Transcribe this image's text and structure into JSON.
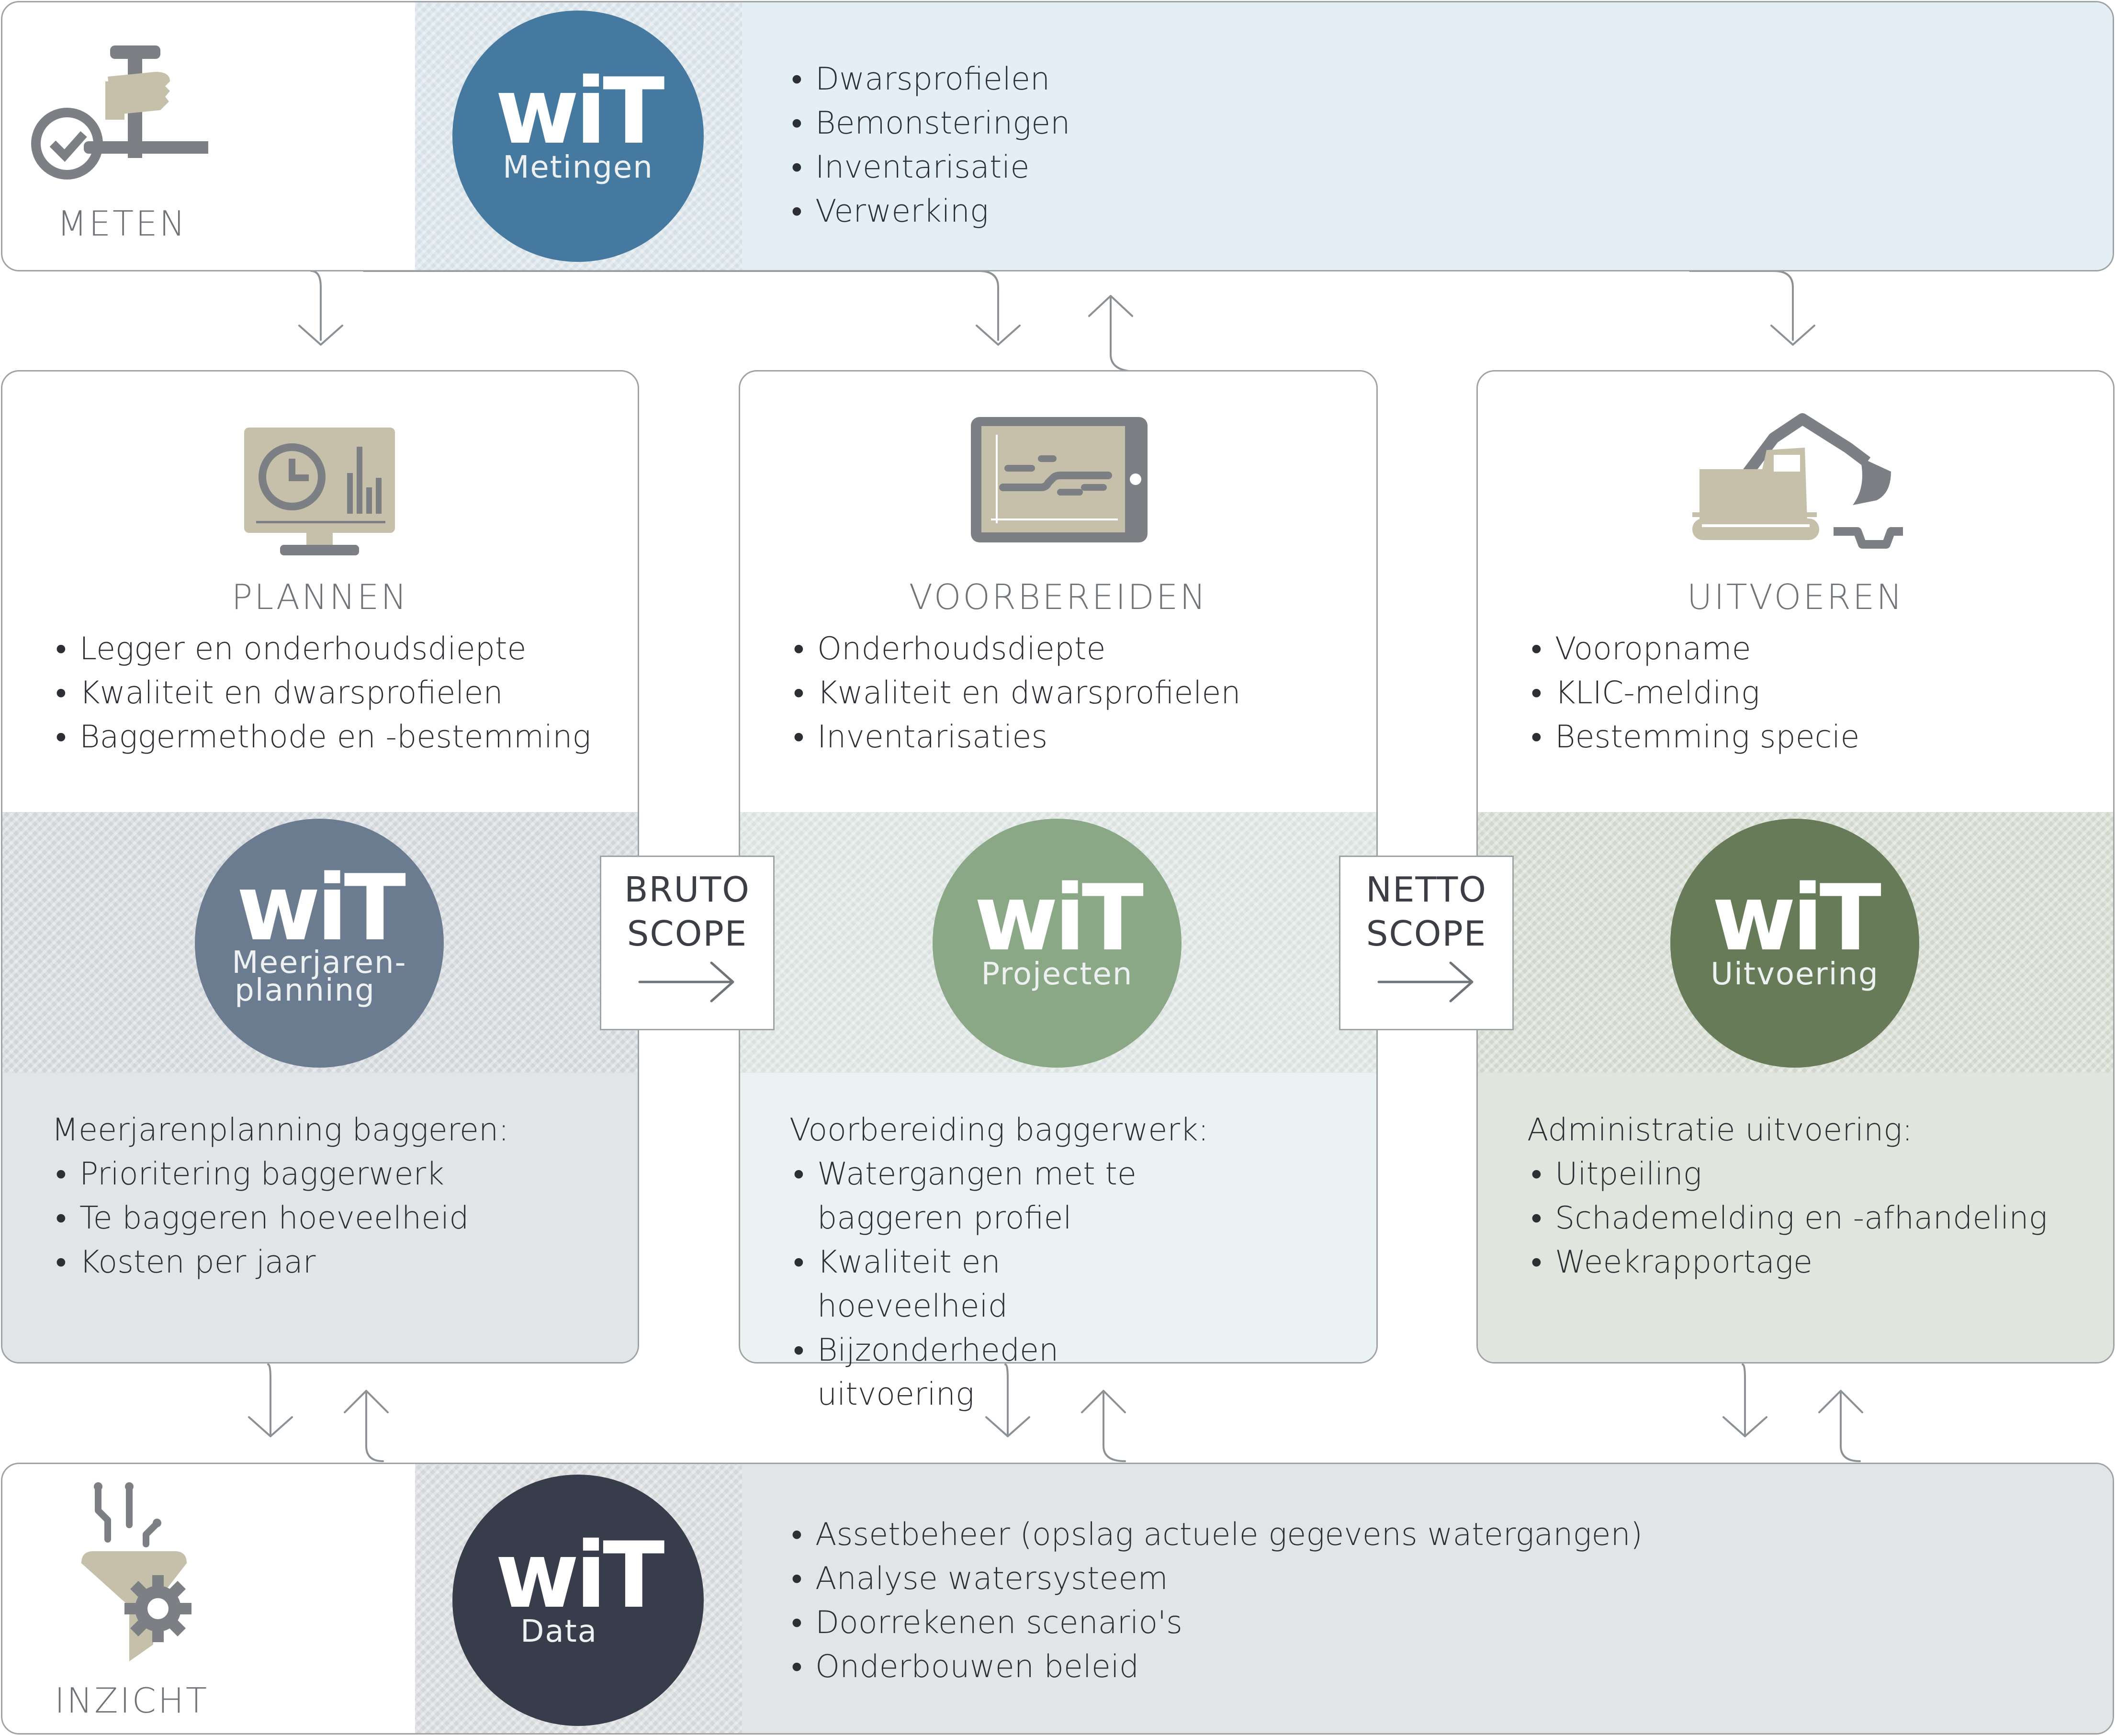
{
  "meten": {
    "label": "METEN",
    "badge": "wiT",
    "badge_sub": "Metingen",
    "items": [
      "Dwarsprofielen",
      "Bemonsteringen",
      "Inventarisatie",
      "Verwerking"
    ]
  },
  "plannen": {
    "label": "PLANNEN",
    "items": [
      "Legger en onderhoudsdiepte",
      "Kwaliteit en dwarsprofielen",
      "Baggermethode en -bestemming"
    ],
    "badge": "wiT",
    "badge_sub_1": "Meerjaren-",
    "badge_sub_2": "planning",
    "intro": "Meerjarenplanning baggeren:",
    "details": [
      "Prioritering baggerwerk",
      "Te baggeren hoeveelheid",
      "Kosten per jaar"
    ]
  },
  "voorbereiden": {
    "label": "VOORBEREIDEN",
    "items": [
      "Onderhoudsdiepte",
      "Kwaliteit en dwarsprofielen",
      "Inventarisaties"
    ],
    "badge": "wiT",
    "badge_sub": "Projecten",
    "intro": "Voorbereiding baggerwerk:",
    "details": [
      "Watergangen met te baggeren profiel",
      "Kwaliteit en hoeveelheid",
      "Bijzonderheden uitvoering"
    ]
  },
  "uitvoeren": {
    "label": "UITVOEREN",
    "items": [
      "Vooropname",
      "KLIC-melding",
      "Bestemming specie"
    ],
    "badge": "wiT",
    "badge_sub": "Uitvoering",
    "intro": "Administratie uitvoering:",
    "details": [
      "Uitpeiling",
      "Schademelding en -afhandeling",
      "Weekrapportage"
    ]
  },
  "bruto": {
    "line1": "BRUTO",
    "line2": "SCOPE"
  },
  "netto": {
    "line1": "NETTO",
    "line2": "SCOPE"
  },
  "inzicht": {
    "label": "INZICHT",
    "badge": "wiT",
    "badge_sub": "Data",
    "items": [
      "Assetbeheer (opslag actuele gegevens watergangen)",
      "Analyse watersysteem",
      "Doorrekenen scenario's",
      "Onderbouwen beleid"
    ]
  },
  "colors": {
    "metingen": "#45799f",
    "meerjarenplanning": "#6b7b90",
    "projecten": "#8aa885",
    "uitvoering": "#677b58",
    "data": "#373d4b",
    "meten_bg": "#e4eff5",
    "plannen_bg": "#e1e5e8",
    "voorbereiden_bg": "#eaf3f1",
    "uitvoeren_bg": "#e2e5dd",
    "inzicht_bg": "#e3e4e5",
    "icon_tan": "#c6bfaa",
    "icon_gray": "#7c8084"
  },
  "icons": [
    "measure-hand-icon",
    "monitor-clock-chart-icon",
    "tablet-chart-icon",
    "excavator-icon",
    "funnel-gear-icon",
    "arrow-right-icon"
  ]
}
